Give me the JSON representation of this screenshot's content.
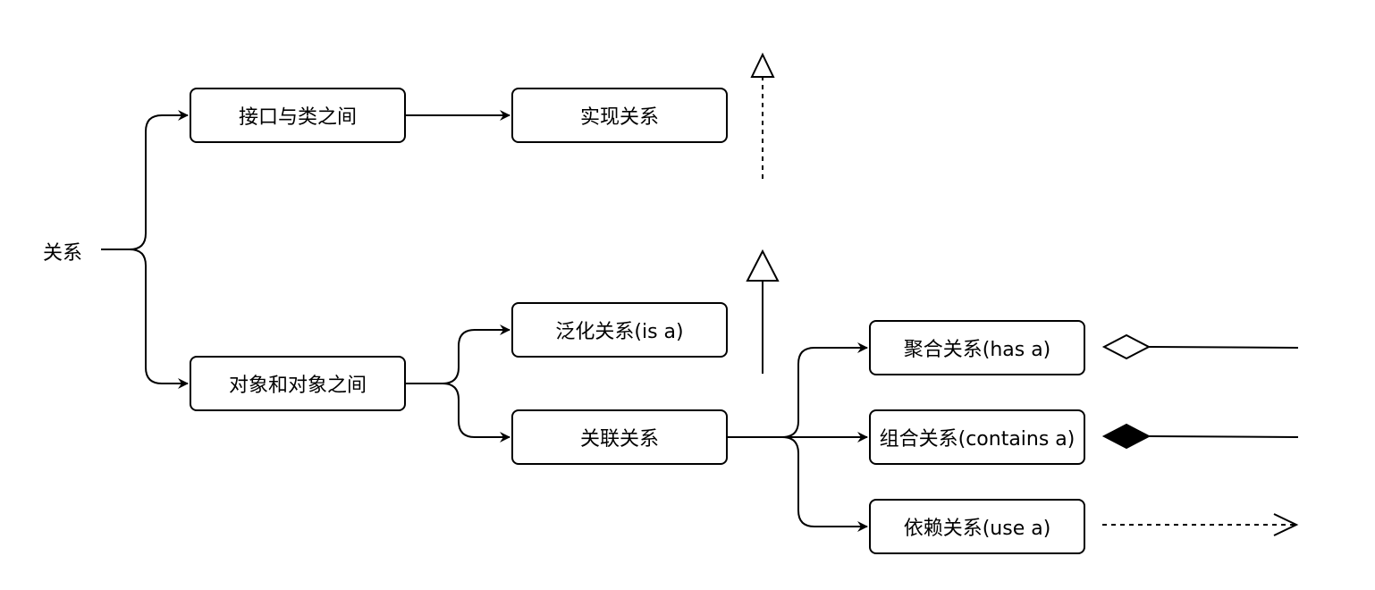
{
  "root": {
    "label": "关系"
  },
  "nodes": {
    "interface_class": "接口与类之间",
    "realization": "实现关系",
    "object_object": "对象和对象之间",
    "generalization": "泛化关系(is a)",
    "association": "关联关系",
    "aggregation": "聚合关系(has a)",
    "composition": "组合关系(contains a)",
    "dependency": "依赖关系(use a)"
  },
  "colors": {
    "stroke": "#000000",
    "fill": "#ffffff"
  }
}
